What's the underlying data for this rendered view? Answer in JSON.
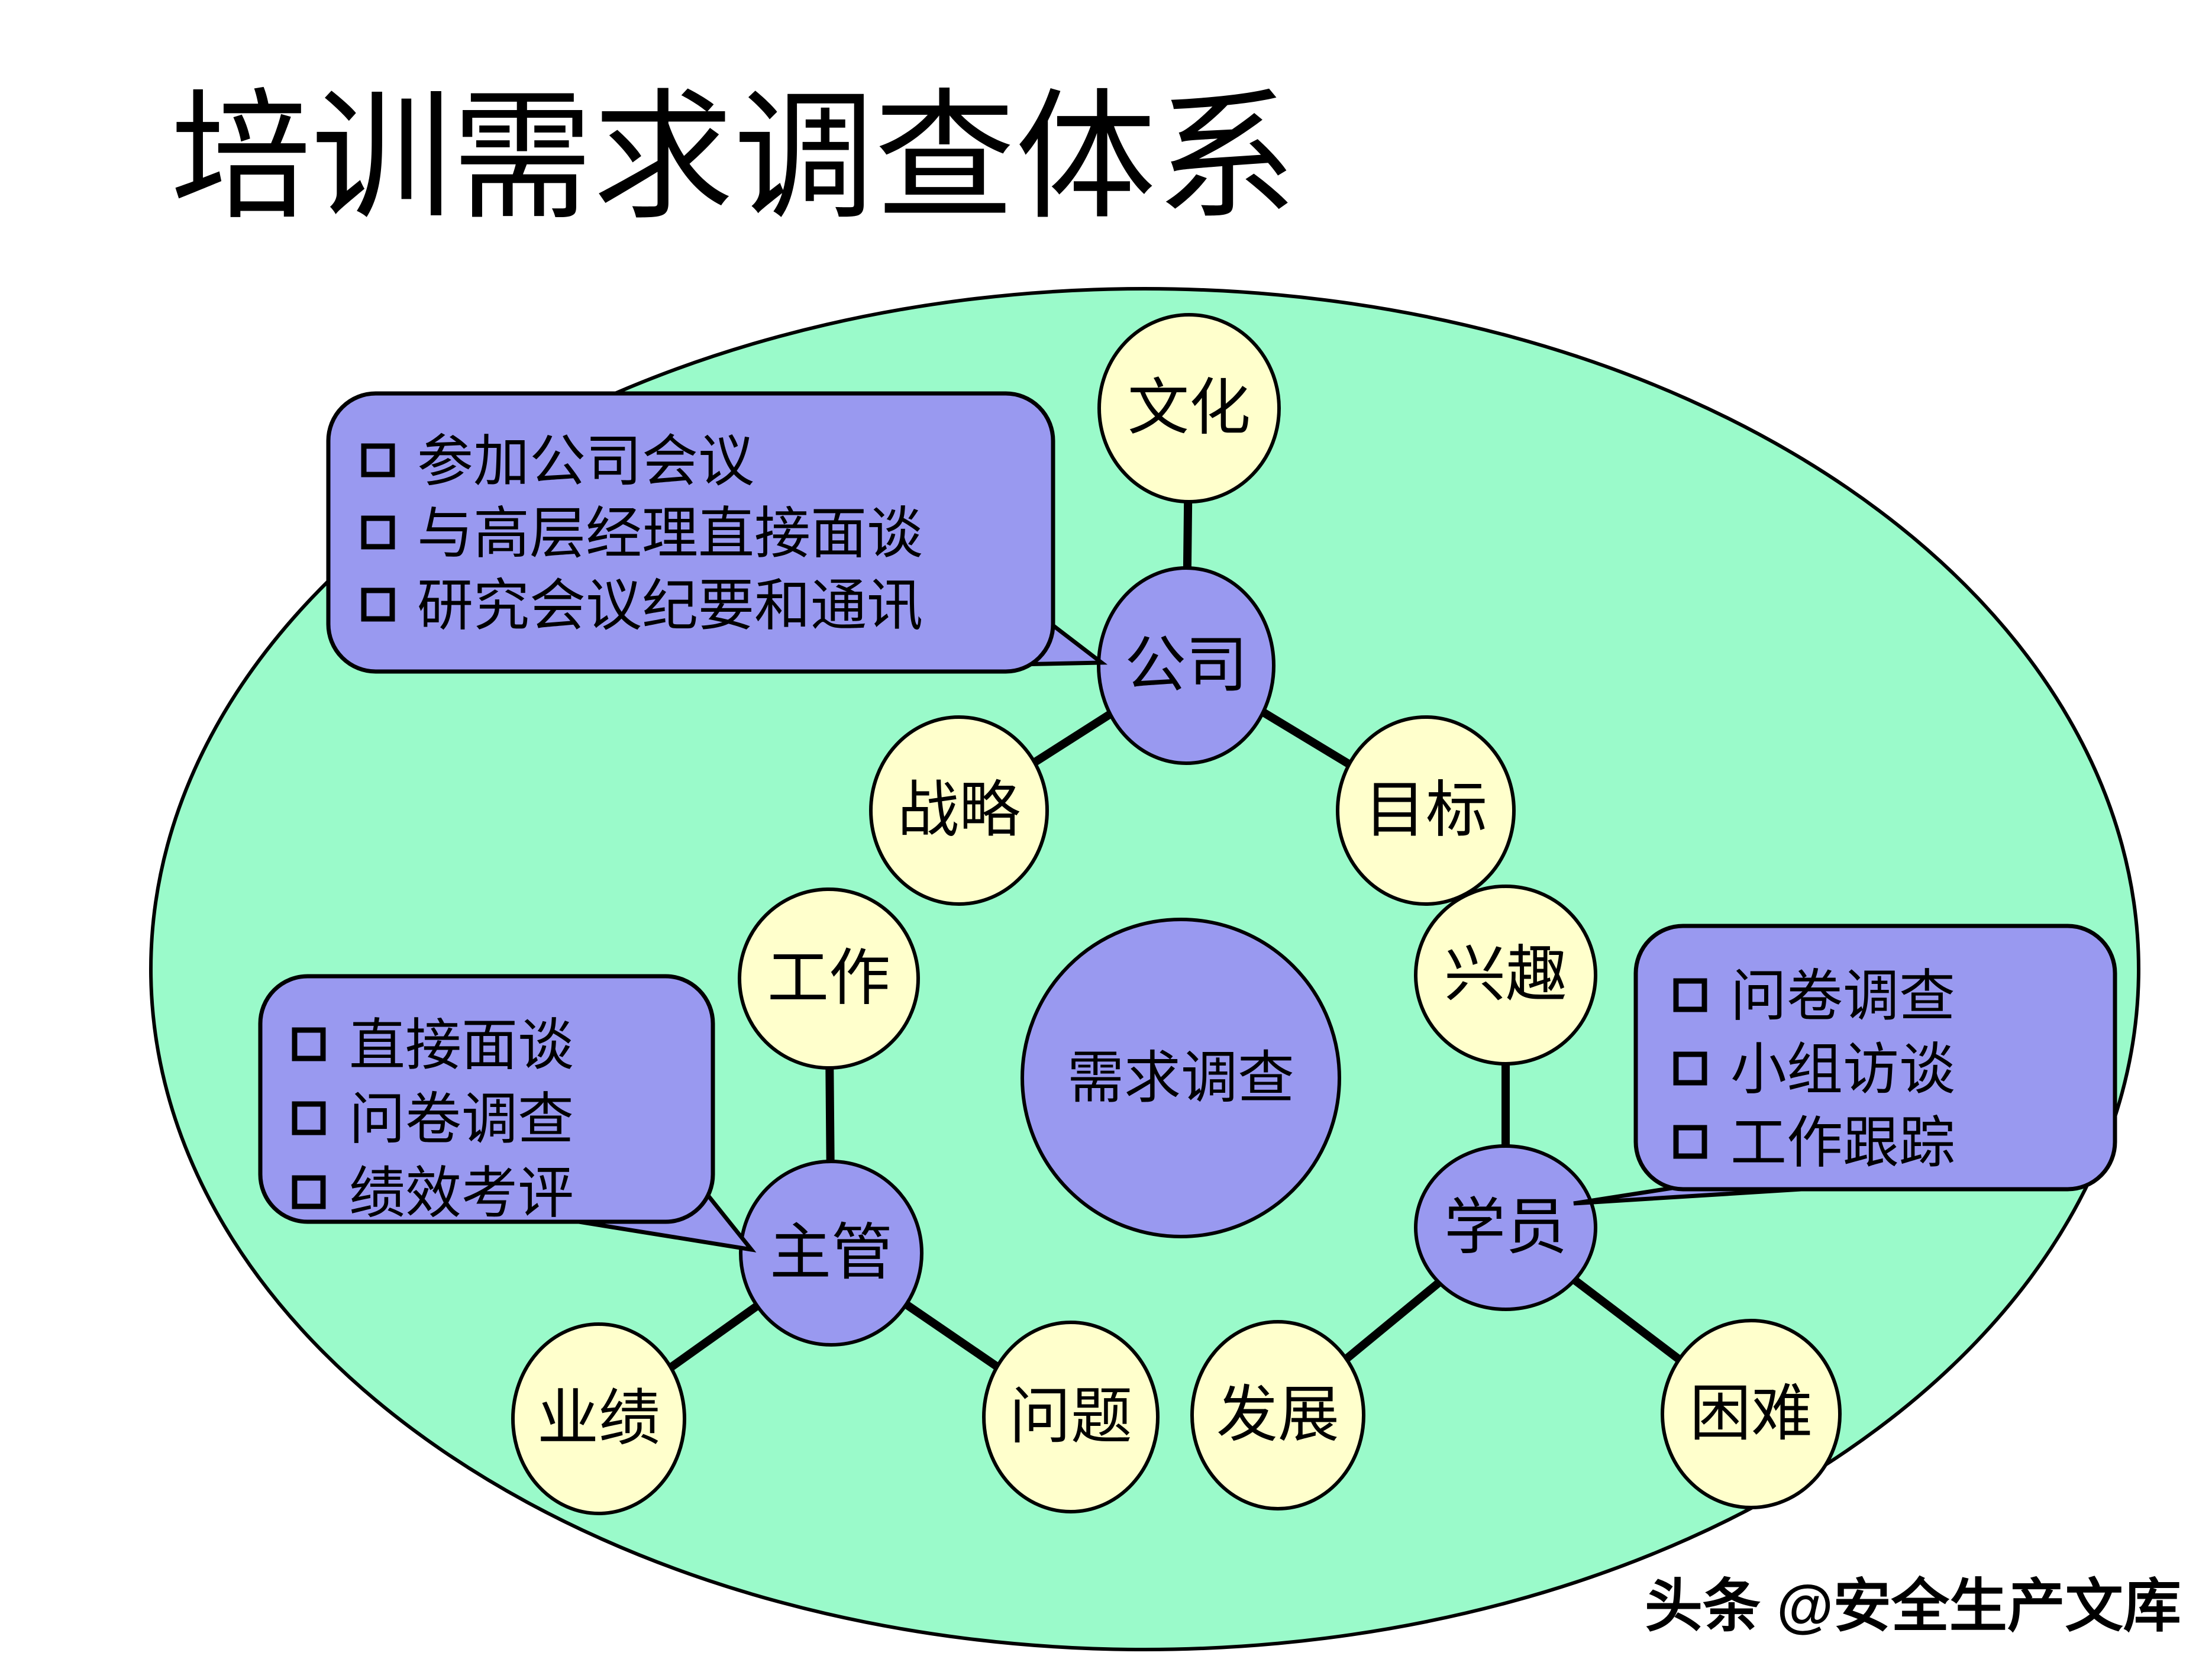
{
  "title": "培训需求调查体系",
  "watermark": "头条 @安全生产文库",
  "colors": {
    "background": "#FFFFFF",
    "ellipse_fill": "#9AFACA",
    "hub_fill": "#9999F0",
    "satellite_fill": "#FFFFCC",
    "callout_fill": "#9999F0",
    "outline": "#000000"
  },
  "center": {
    "label": "需求调查"
  },
  "hubs": [
    {
      "label": "公司",
      "satellites": [
        "文化",
        "战略",
        "目标"
      ]
    },
    {
      "label": "主管",
      "satellites": [
        "工作",
        "业绩",
        "问题"
      ]
    },
    {
      "label": "学员",
      "satellites": [
        "兴趣",
        "发展",
        "困难"
      ]
    }
  ],
  "callouts": [
    {
      "attached_to": "公司",
      "items": [
        "参加公司会议",
        "与高层经理直接面谈",
        "研究会议纪要和通讯"
      ]
    },
    {
      "attached_to": "主管",
      "items": [
        "直接面谈",
        "问卷调查",
        "绩效考评"
      ]
    },
    {
      "attached_to": "学员",
      "items": [
        "问卷调查",
        "小组访谈",
        "工作跟踪"
      ]
    }
  ]
}
